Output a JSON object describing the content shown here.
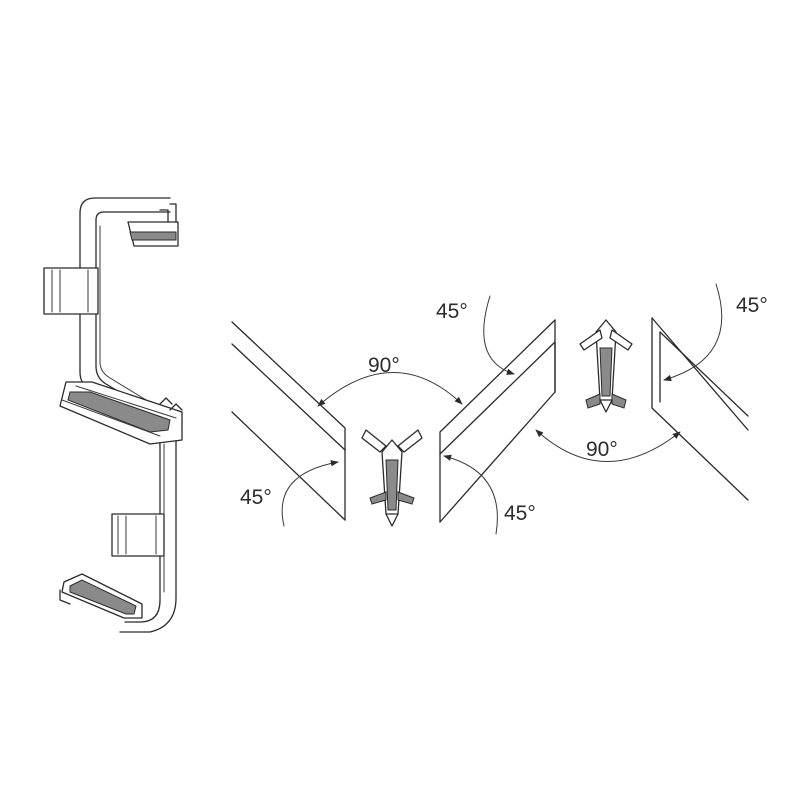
{
  "labels": {
    "left_upper_90": "90°",
    "left_lower_45": "45°",
    "left_lower_45_right": "45°",
    "right_upper_45_left": "45°",
    "right_upper_45_right": "45°",
    "right_lower_90": "90°"
  },
  "colors": {
    "line": "#2b2b2b",
    "shade": "#8a8a8a",
    "background": "#ffffff"
  }
}
